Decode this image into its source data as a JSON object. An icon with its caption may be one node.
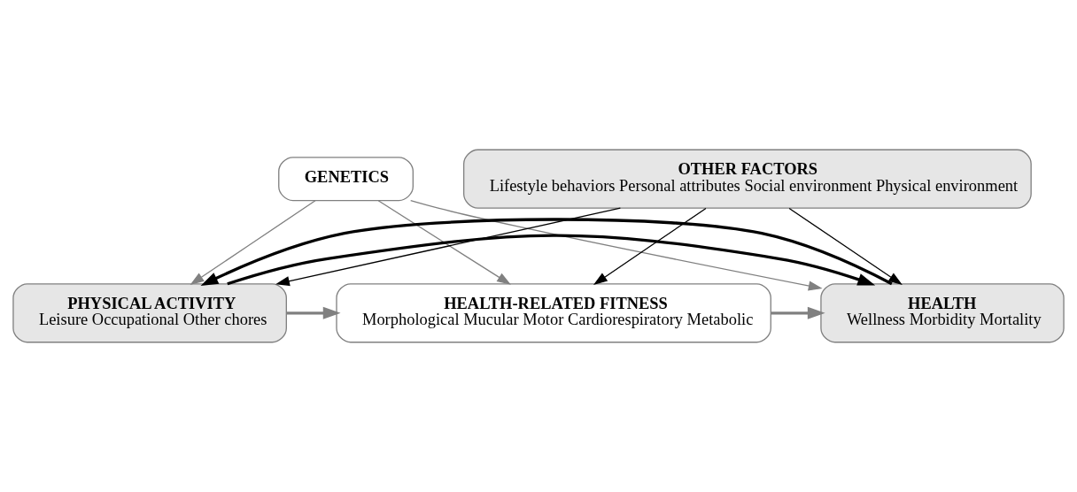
{
  "diagram": {
    "nodes": [
      {
        "text": [
          "GENETICS"
        ]
      },
      {
        "text": [
          "PHYSICAL ACTIVITY",
          "Leisure Occupational Other chores"
        ]
      },
      {
        "text": [
          "HEALTH-RELATED FITNESS",
          "Morphological Mucular Motor Cardiorespiratory Metabolic"
        ]
      },
      {
        "text": [
          "HEALTH",
          "Wellness Morbidity Mortality"
        ]
      },
      {
        "text": [
          "OTHER FACTORS",
          "Lifestyle behaviors Personal attributes Social environment Physical environment"
        ]
      }
    ],
    "edges": [
      {
        "from": 0,
        "to": 1,
        "arrow": "to",
        "color": "#808080"
      },
      {
        "from": 0,
        "to": 2,
        "arrow": "to",
        "color": "#808080"
      },
      {
        "from": 0,
        "to": 3,
        "arrow": "to",
        "color": "#808080"
      },
      {
        "from": 1,
        "to": 2,
        "arrow": "to",
        "style": "thick",
        "color": "#808080"
      },
      {
        "from": 2,
        "to": 3,
        "arrow": "to",
        "style": "thick",
        "color": "#808080"
      },
      {
        "from": 1,
        "to": 3,
        "arrow": "to",
        "style": "thick",
        "color": "#000000"
      },
      {
        "from": 3,
        "to": 1,
        "arrow": "to",
        "style": "thick",
        "color": "#000000"
      },
      {
        "from": 4,
        "to": 1,
        "arrow": "to",
        "color": "#000000"
      },
      {
        "from": 4,
        "to": 2,
        "arrow": "to",
        "color": "#000000"
      },
      {
        "from": 4,
        "to": 3,
        "arrow": "to",
        "color": "#000000"
      }
    ]
  }
}
